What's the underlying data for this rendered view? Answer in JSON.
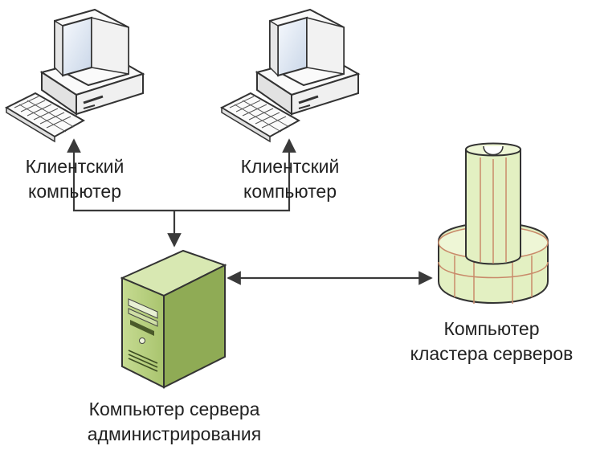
{
  "nodes": {
    "client_left": {
      "label_line1": "Клиентский",
      "label_line2": "компьютер",
      "icon": "desktop-computer-icon"
    },
    "client_right": {
      "label_line1": "Клиентский",
      "label_line2": "компьютер",
      "icon": "desktop-computer-icon"
    },
    "admin_server": {
      "label_line1": "Компьютер сервера",
      "label_line2": "администрирования",
      "icon": "tower-server-icon"
    },
    "cluster": {
      "label_line1": "Компьютер",
      "label_line2": "кластера серверов",
      "icon": "server-cluster-icon"
    }
  },
  "connections": [
    {
      "from": "admin_server",
      "to": "client_left",
      "arrow": "both"
    },
    {
      "from": "admin_server",
      "to": "client_right",
      "arrow": "both"
    },
    {
      "from": "admin_server",
      "to": "cluster",
      "arrow": "both"
    }
  ],
  "colors": {
    "line": "#3a3a3a",
    "server_fill": "#b7cf7e",
    "server_dark": "#7f9a45",
    "cluster_fill": "#e3f0c2",
    "cluster_stroke": "#c98a6a",
    "computer_fill": "#f4f4f4",
    "computer_stroke": "#333333",
    "screen_fill": "#dde6f2"
  }
}
